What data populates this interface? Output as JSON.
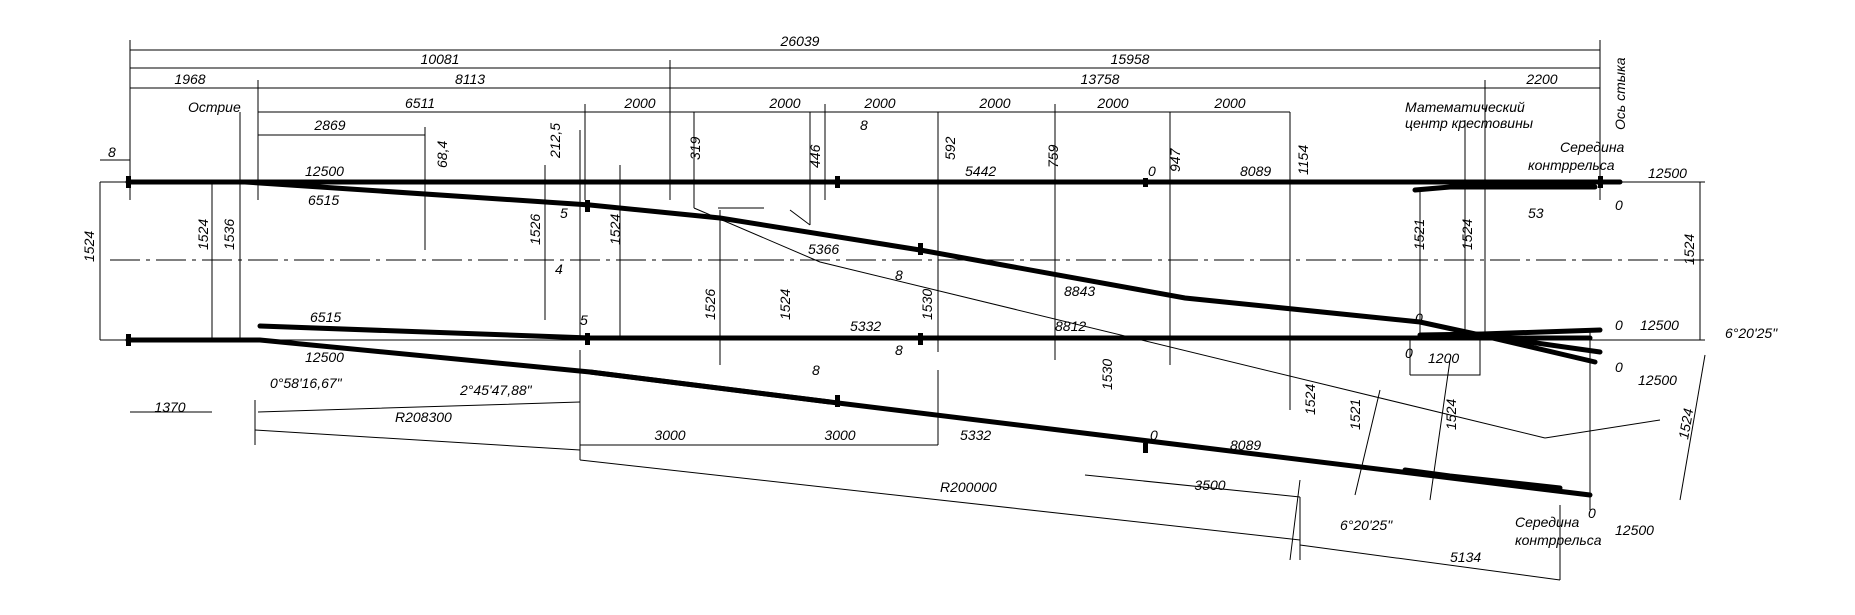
{
  "labels": {
    "ostrie": "Острие",
    "os_styka": "Ось стыка",
    "math_center_1": "Математический",
    "math_center_2": "центр крестовины",
    "seredina_1": "Середина",
    "seredina_2": "контррельса"
  },
  "dimensions": {
    "d26039": "26039",
    "d10081": "10081",
    "d15958": "15958",
    "d1968": "1968",
    "d8113": "8113",
    "d13758": "13758",
    "d2200": "2200",
    "d6511": "6511",
    "d2000": "2000",
    "d2869": "2869",
    "d8": "8",
    "d212_5": "212,5",
    "d319": "319",
    "d446": "446",
    "d592": "592",
    "d759": "759",
    "d947": "947",
    "d1154": "1154",
    "d68_4": "68,4",
    "d12500": "12500",
    "d6515": "6515",
    "d5442": "5442",
    "d8089": "8089",
    "d5366": "5366",
    "d8843": "8843",
    "d8812": "8812",
    "d5332": "5332",
    "d1524": "1524",
    "d1536": "1536",
    "d1526": "1526",
    "d1530": "1530",
    "d1521": "1521",
    "d5": "5",
    "d4": "4",
    "d53": "53",
    "d0": "0",
    "d1200": "1200",
    "d1370": "1370",
    "d3000": "3000",
    "d3500": "3500",
    "d5134": "5134",
    "angle1": "0°58'16,67\"",
    "angle2": "2°45'47,88\"",
    "angle3": "6°20'25\"",
    "r208300": "R208300",
    "r200000": "R200000"
  }
}
